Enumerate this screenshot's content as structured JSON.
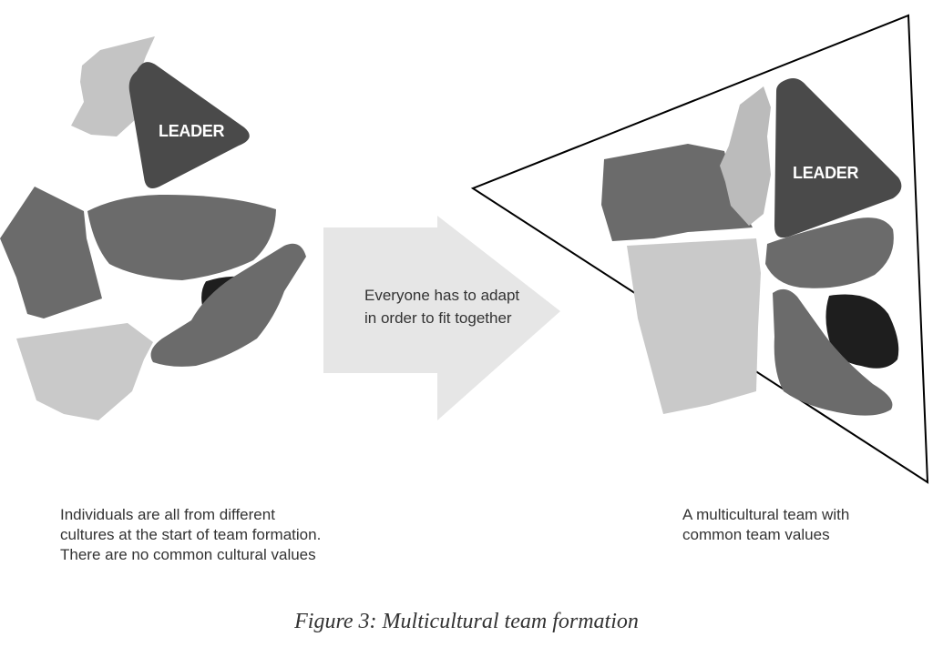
{
  "left_group": {
    "leader_label": "LEADER",
    "caption_lines": [
      "Individuals are all from different",
      "cultures at the start of team formation.",
      "There are no common cultural values"
    ]
  },
  "arrow": {
    "text_lines": [
      "Everyone has to adapt",
      "in order to fit together"
    ]
  },
  "right_group": {
    "leader_label": "LEADER",
    "caption_lines": [
      "A multicultural team with",
      "common team values"
    ]
  },
  "figure_caption": "Figure 3: Multicultural team formation",
  "colors": {
    "leader": "#4a4a4a",
    "dark": "#1e1e1e",
    "mid": "#6b6b6b",
    "light": "#c9c9c9",
    "lighter": "#d9d9d9",
    "arrow": "#e6e6e6"
  }
}
